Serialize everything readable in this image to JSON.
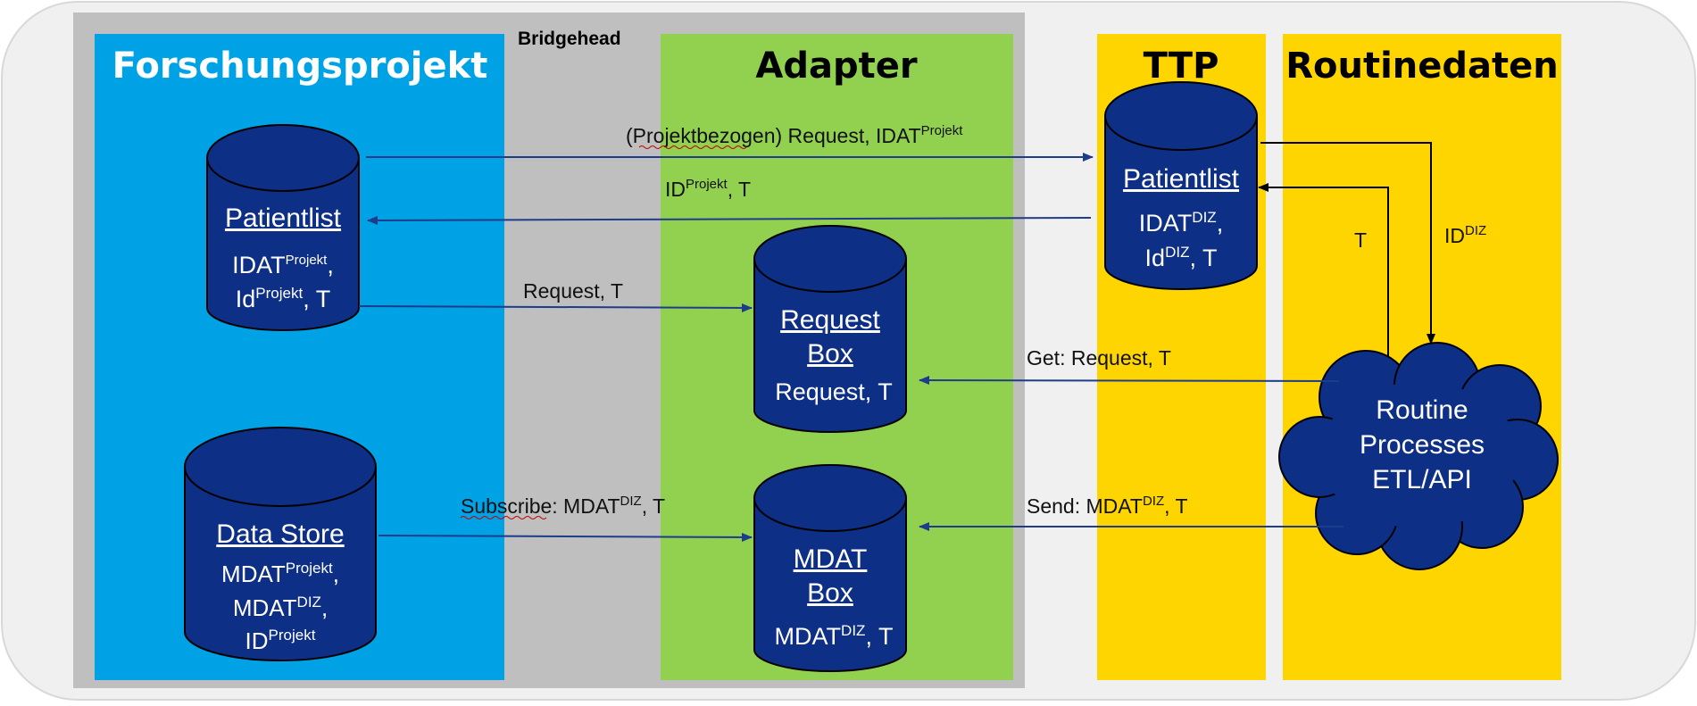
{
  "colors": {
    "background_outer": "#f0f0f0",
    "bridgehead": "#bfbfbf",
    "forschungsprojekt": "#00a2e6",
    "adapter": "#92d050",
    "ttp": "#ffd500",
    "routinedaten": "#ffd500",
    "database": "#0e2f86",
    "arrow_blue": "#1f3c8c",
    "arrow_black": "#000000"
  },
  "panels": {
    "bridgehead": "Bridgehead",
    "forschungsprojekt": "Forschungsprojekt",
    "adapter": "Adapter",
    "ttp": "TTP",
    "routinedaten": "Routinedaten"
  },
  "databases": {
    "fp_patientlist": {
      "title": "Patientlist",
      "l1_base": "IDAT",
      "l1_sup": "Projekt",
      "l1_tail": ",",
      "l2_base": "Id",
      "l2_sup": "Projekt",
      "l2_tail": ", T"
    },
    "data_store": {
      "title": "Data Store",
      "l1_base": "MDAT",
      "l1_sup": "Projekt",
      "l1_tail": ",",
      "l2_base": "MDAT",
      "l2_sup": "DIZ",
      "l2_tail": ",",
      "l3_base": "ID",
      "l3_sup": "Projekt"
    },
    "request_box": {
      "title1": "Request",
      "title2": "Box",
      "line": "Request, T"
    },
    "mdat_box": {
      "title1": "MDAT",
      "title2": "Box",
      "l_base": "MDAT",
      "l_sup": "DIZ",
      "l_tail": ", T"
    },
    "ttp_patientlist": {
      "title": "Patientlist",
      "l1_base": "IDAT",
      "l1_sup": "DIZ",
      "l1_tail": ",",
      "l2_base": "Id",
      "l2_sup": "DIZ",
      "l2_tail": ", T"
    }
  },
  "cloud": {
    "line1": "Routine",
    "line2": "Processes",
    "line3": "ETL/API"
  },
  "arrows": {
    "projekt_request": {
      "base": "(Projektbezogen) Request, IDAT",
      "sup": "Projekt"
    },
    "id_projekt": {
      "base": "ID",
      "sup": "Projekt",
      "tail": ", T"
    },
    "request_t": "Request, T",
    "subscribe": {
      "base": "Subscribe: MDAT",
      "sup": "DIZ",
      "tail": ", T"
    },
    "get_request": "Get: Request, T",
    "send_mdat": {
      "base": "Send: MDAT",
      "sup": "DIZ",
      "tail": ", T"
    },
    "t_label": "T",
    "id_diz": {
      "base": "ID",
      "sup": "DIZ"
    }
  }
}
